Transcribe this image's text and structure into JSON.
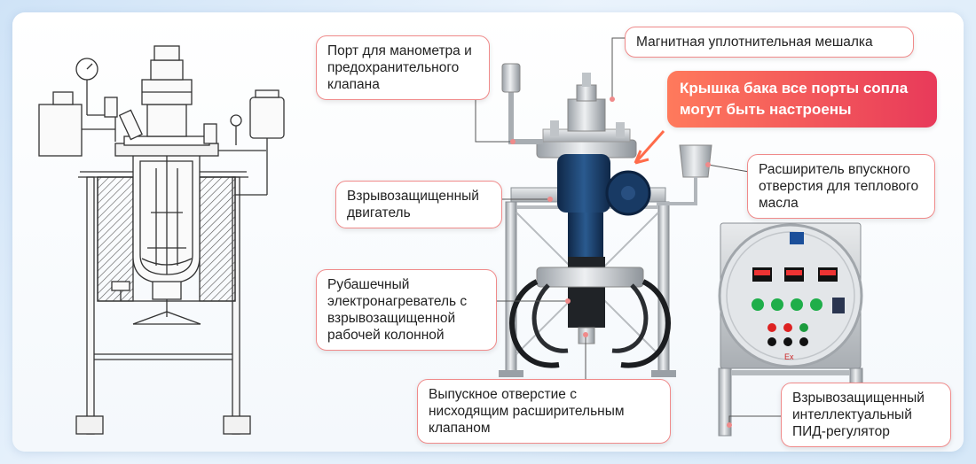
{
  "callouts": {
    "manometer_port": "Порт для манометра и предохранительного клапана",
    "magnetic_stirrer": "Магнитная уплотнительная мешалка",
    "lid_ports": "Крышка бака все порты сопла могут быть настроены",
    "expander_inlet": "Расширитель впускного отверстия для теплового масла",
    "explosion_motor": "Взрывозащищенный двигатель",
    "jacket_heater": "Рубашечный электронагреватель с взрывозащищенной рабочей колонной",
    "outlet_valve": "Выпускное отверстие с нисходящим расширительным клапаном",
    "pid_controller": "Взрывозащищенный интеллектуальный ПИД-регулятор"
  },
  "cabinet_marks": {
    "ex": "Ex"
  },
  "colors": {
    "accent": "#f08a8a",
    "highlight_start": "#ff7a5c",
    "highlight_end": "#e83a5a",
    "motor": "#1c3f6e",
    "steel": "#c9cdd2"
  }
}
